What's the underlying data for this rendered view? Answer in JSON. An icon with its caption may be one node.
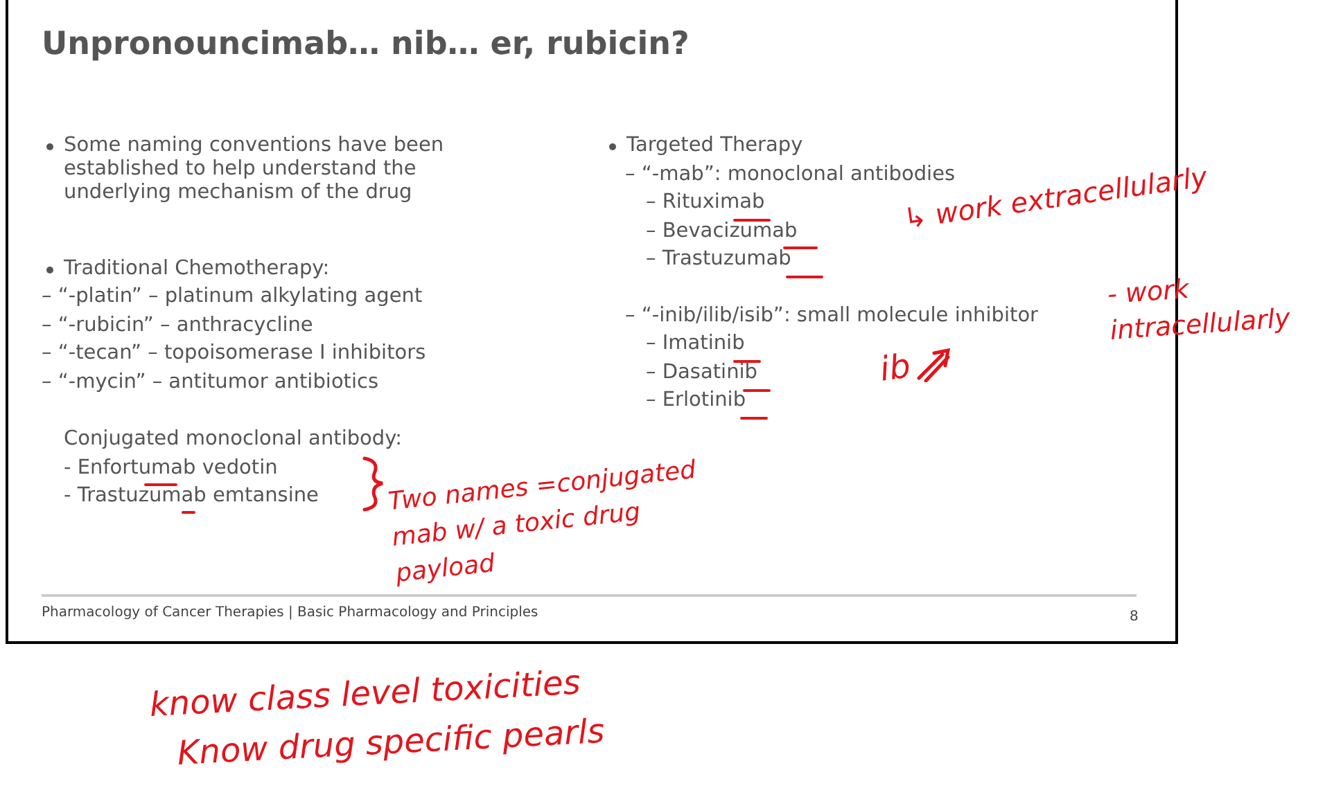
{
  "diagram": {
    "title": "Unpronouncimab… nib… er, rubicin?",
    "labels": [
      "Some naming conventions have been established to help understand the underlying mechanism of the drug",
      "Traditional Chemotherapy:",
      "– “-platin” – platinum alkylating agent",
      "– “-rubicin” – anthracycline",
      "– “-tecan” – topoisomerase I inhibitors",
      "– “-mycin” – antitumor antibiotics",
      "Conjugated monoclonal antibody:",
      "- Enfortumab vedotin",
      "- Trastuzumab emtansine",
      "Targeted Therapy",
      "– “-mab”:  monoclonal antibodies",
      "– Rituximab",
      "– Bevacizumab",
      "– Trastuzumab",
      "– “-inib/ilib/isib”:  small molecule inhibitor",
      "– Imatinib",
      "– Dasatinib",
      "– Erlotinib",
      "↳ work extracellularly",
      "- work intracellularly",
      "ib",
      "Two names =conjugated mab w/ a toxic drug payload",
      "Pharmacology of Cancer Therapies | Basic Pharmacology and Principles",
      "8",
      "know class level toxicities",
      "Know drug specific pearls"
    ]
  }
}
